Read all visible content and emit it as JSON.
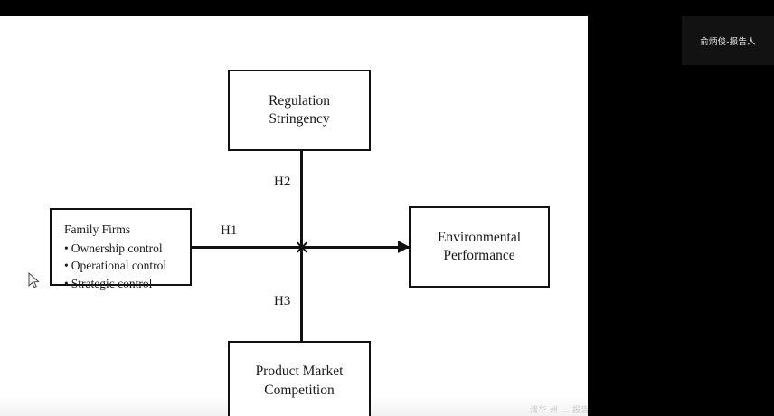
{
  "meeting": {
    "participant_tile": {
      "name": "俞炳俊-报告人"
    }
  },
  "slide": {
    "footnote": "清华 州 … 报告",
    "diagram": {
      "nodes": [
        {
          "id": "regulation-stringency",
          "title": "Regulation\nStringency"
        },
        {
          "id": "family-firms",
          "title": "Family Firms",
          "bullets": [
            "Ownership control",
            "Operational control",
            "Strategic control"
          ],
          "bullet_glyph": "•"
        },
        {
          "id": "environmental-performance",
          "title": "Environmental\nPerformance"
        },
        {
          "id": "product-market-competition",
          "title": "Product Market\nCompetition"
        }
      ],
      "hypotheses": [
        {
          "id": "h1",
          "label": "H1"
        },
        {
          "id": "h2",
          "label": "H2"
        },
        {
          "id": "h3",
          "label": "H3"
        }
      ]
    }
  },
  "colors": {
    "stage_background": "#000000",
    "slide_background": "#ffffff",
    "node_border": "#111111",
    "text": "#1a1a1a",
    "tile_background": "#121212",
    "tile_text": "#e8e8e8"
  }
}
